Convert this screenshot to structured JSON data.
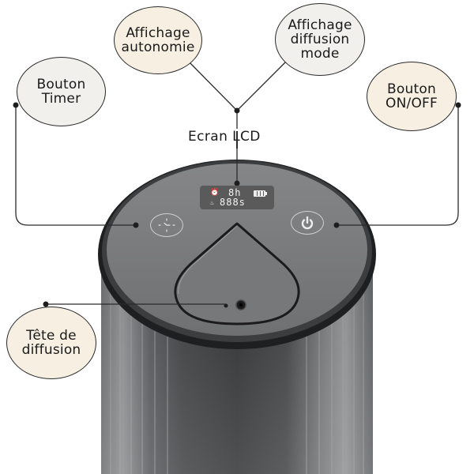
{
  "labels": {
    "timer_button": {
      "line1": "Bouton",
      "line2": "Timer"
    },
    "battery_display": {
      "line1": "Affichage",
      "line2": "autonomie"
    },
    "diffusion_mode_display": {
      "line1": "Affichage",
      "line2": "diffusion",
      "line3": "mode"
    },
    "on_off_button": {
      "line1": "Bouton",
      "line2": "ON/OFF"
    },
    "diffusion_head": {
      "line1": "Tête de",
      "line2": "diffusion"
    },
    "lcd_screen": "Ecran LCD"
  },
  "lcd": {
    "alarm_icon": "alarm-clock-icon",
    "hours_value": "8h",
    "mist_icon": "mist-icon",
    "seconds_value": "888s",
    "battery_icon": "battery-icon"
  },
  "device": {
    "timer_icon": "clock-icon",
    "power_icon": "power-icon",
    "drop_shape": "water-drop-outline",
    "nozzle": "diffusion-nozzle"
  },
  "colors": {
    "bubble_cream": "#f6efe2",
    "bubble_grey": "#f1f0ec",
    "device_body": "#4a4b4c",
    "device_top": "#7d7e80",
    "lcd_bg": "#5a5a5a",
    "leader_line": "#2a2a2a"
  }
}
